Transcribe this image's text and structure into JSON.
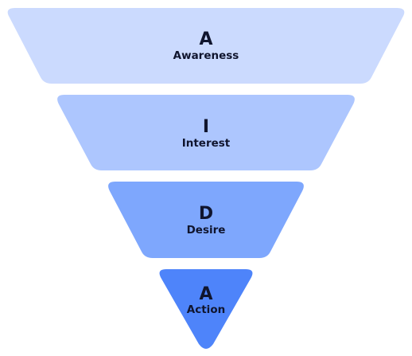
{
  "funnel": {
    "stages": [
      {
        "letter": "A",
        "label": "Awareness",
        "color": "#cbdafe"
      },
      {
        "letter": "I",
        "label": "Interest",
        "color": "#adc6fe"
      },
      {
        "letter": "D",
        "label": "Desire",
        "color": "#7ea7fd"
      },
      {
        "letter": "A",
        "label": "Action",
        "color": "#4e84fa"
      }
    ]
  }
}
